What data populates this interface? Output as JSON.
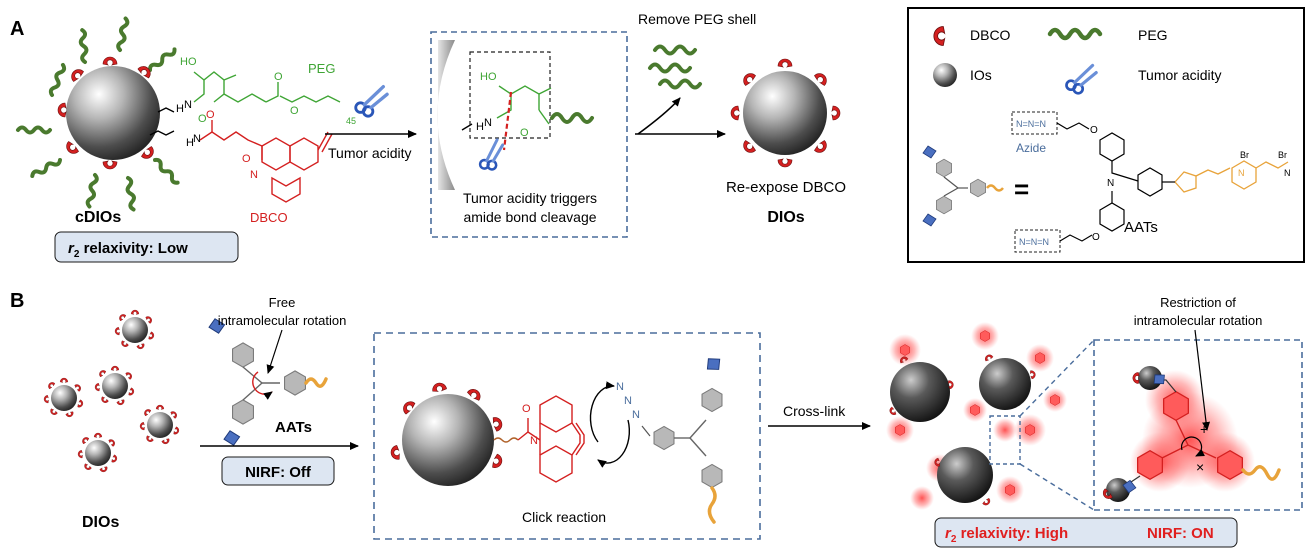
{
  "panel_a": {
    "letter": "A",
    "cdios_label": "cDIOs",
    "peg_label": "PEG",
    "peg_subscript": "45",
    "dbco_label": "DBCO",
    "relaxivity_r": "r",
    "relaxivity_sub": "2",
    "relaxivity_low_text": " relaxivity: Low",
    "arrow1_label": "Tumor acidity",
    "cleavage_line1": "Tumor acidity triggers",
    "cleavage_line2": "amide bond cleavage",
    "remove_peg": "Remove PEG shell",
    "reexpose": "Re-expose DBCO",
    "dios_label": "DIOs",
    "chem_HO": "HO",
    "chem_O": "O",
    "chem_H": "H",
    "chem_N": "N"
  },
  "legend": {
    "dbco": "DBCO",
    "peg": "PEG",
    "ios": "IOs",
    "tumor_acidity": "Tumor acidity",
    "azide": "Azide",
    "aats": "AATs",
    "azide_group": "N=N=N",
    "br": "Br",
    "equals": "="
  },
  "panel_b": {
    "letter": "B",
    "dios_label": "DIOs",
    "free_line1": "Free",
    "free_line2": "intramolecular rotation",
    "aats_label": "AATs",
    "nirf_off": "NIRF: Off",
    "click_reaction": "Click reaction",
    "cross_link": "Cross-link",
    "restriction_line1": "Restriction of",
    "restriction_line2": "intramolecular rotation",
    "relax_high_text": " relaxivity: High",
    "nirf_on": "NIRF: ON",
    "relaxivity_r": "r",
    "relaxivity_sub": "2"
  },
  "colors": {
    "accent_red": "#e01f1f",
    "peg_green": "#4a7a2e",
    "chem_green": "#3fa535",
    "dbco_red": "#d42020",
    "dash_blue": "#4a6d9c",
    "badge_fill": "#dde6f2",
    "orange": "#e8a33a"
  }
}
